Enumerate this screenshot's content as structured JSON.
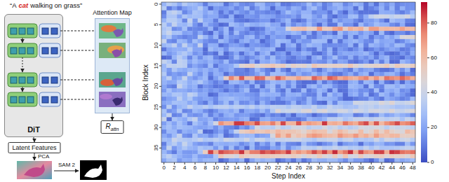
{
  "diagram": {
    "nodes": [
      {
        "text": [
          "DiT"
        ]
      },
      {
        "text": [
          "Attention Map"
        ]
      },
      {
        "text": [
          "R",
          "attn"
        ]
      },
      {
        "text": [
          "Latent Features"
        ]
      }
    ],
    "edges": [
      {
        "from": 0,
        "to": 3,
        "arrow": "to"
      },
      {
        "from": 1,
        "to": 2,
        "arrow": "to"
      }
    ],
    "labels": [
      "“A",
      "cat",
      "walking on grass”",
      "PCA",
      "SAM 2",
      "0",
      "5",
      "10",
      "15",
      "20",
      "25",
      "30",
      "35",
      "Block Index",
      "0",
      "2",
      "4",
      "6",
      "8",
      "10",
      "12",
      "14",
      "16",
      "18",
      "20",
      "22",
      "24",
      "26",
      "28",
      "30",
      "32",
      "34",
      "36",
      "38",
      "40",
      "42",
      "44",
      "46",
      "48",
      "Step Index",
      "0",
      "20",
      "40",
      "60",
      "80"
    ]
  }
}
